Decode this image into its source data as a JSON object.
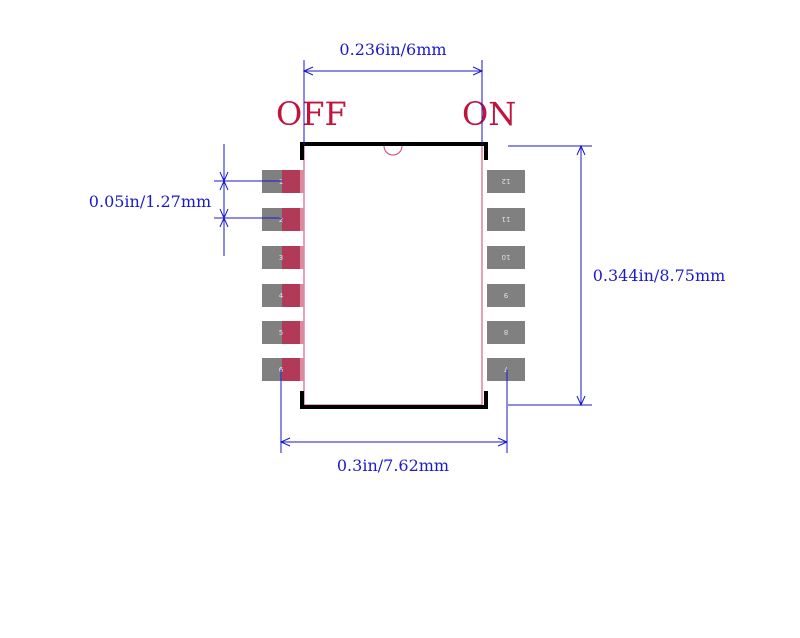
{
  "labels": {
    "off": "OFF",
    "on": "ON"
  },
  "dimensions": {
    "body_width": "0.236in/6mm",
    "pitch": "0.05in/1.27mm",
    "body_length": "0.344in/8.75mm",
    "lead_span": "0.3in/7.62mm"
  },
  "pins": {
    "left": [
      "1",
      "2",
      "3",
      "4",
      "5",
      "6"
    ],
    "right": [
      "12",
      "11",
      "10",
      "9",
      "8",
      "7"
    ]
  },
  "colors": {
    "dimension": "#1a1acc",
    "label": "#c0143c",
    "pad": "#808080",
    "pad_highlight": "#b03a58",
    "outline": "#000000",
    "body_edge": "#d0406a"
  }
}
